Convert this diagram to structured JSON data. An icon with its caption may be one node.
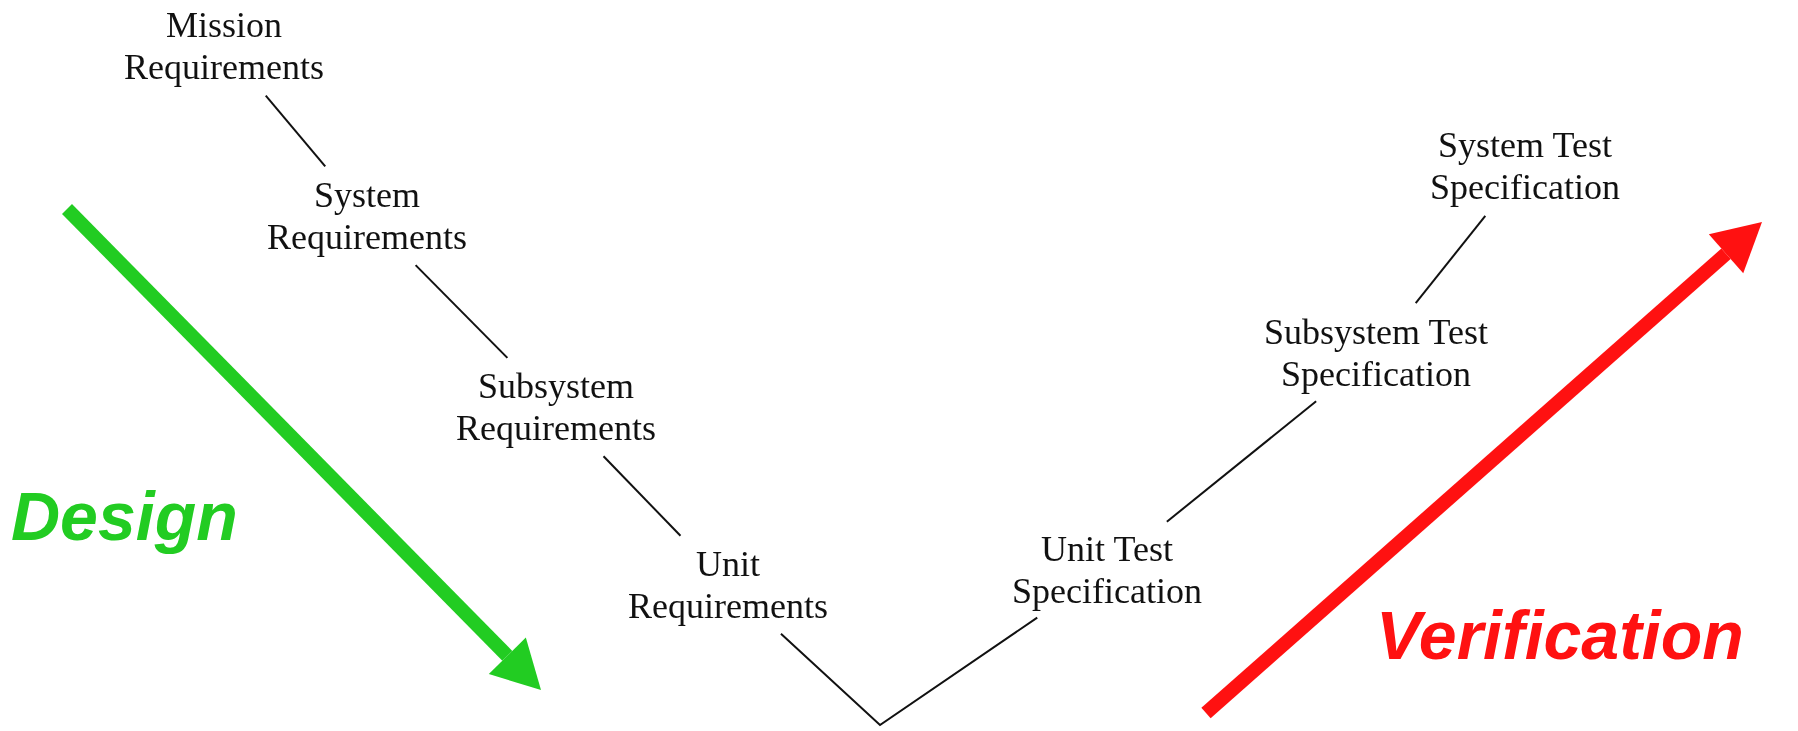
{
  "diagram": {
    "nodes": [
      {
        "text": [
          "Mission Requirements"
        ]
      },
      {
        "text": [
          "System Requirements"
        ]
      },
      {
        "text": [
          "Subsystem Requirements"
        ]
      },
      {
        "text": [
          "Unit Requirements"
        ]
      },
      {
        "text": [
          "Unit Test Specification"
        ]
      },
      {
        "text": [
          "Subsystem Test Specification"
        ]
      },
      {
        "text": [
          "System Test Specification"
        ]
      }
    ],
    "edges": [
      {
        "from": 0,
        "to": 1,
        "arrow": "none"
      },
      {
        "from": 1,
        "to": 2,
        "arrow": "none"
      },
      {
        "from": 2,
        "to": 3,
        "arrow": "none"
      },
      {
        "from": 3,
        "to": 4,
        "arrow": "none"
      },
      {
        "from": 4,
        "to": 5,
        "arrow": "none"
      },
      {
        "from": 5,
        "to": 6,
        "arrow": "none"
      }
    ],
    "labels": [
      "Design",
      "Verification"
    ]
  }
}
